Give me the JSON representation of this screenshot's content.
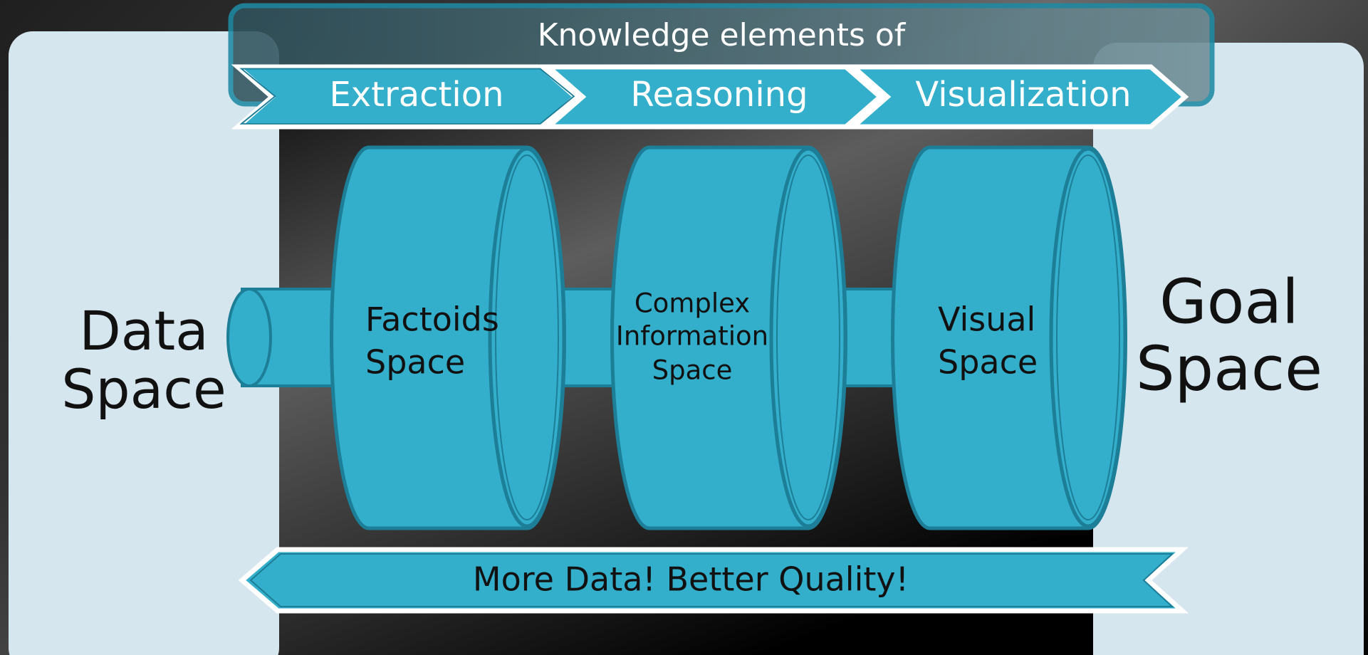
{
  "diagram": {
    "header": "Knowledge elements of",
    "stages": [
      "Extraction",
      "Reasoning",
      "Visualization"
    ],
    "left_panel": [
      "Data",
      "Space"
    ],
    "right_panel": [
      "Goal",
      "Space"
    ],
    "cylinders": [
      {
        "lines": [
          "Factoids",
          "Space"
        ]
      },
      {
        "lines": [
          "Complex",
          "Information",
          "Space"
        ]
      },
      {
        "lines": [
          "Visual",
          "Space"
        ]
      }
    ],
    "feedback": "More Data! Better Quality!"
  },
  "colors": {
    "teal": "#33aecb",
    "teal_dark": "#1d7e98",
    "panel": "#d6e6ee",
    "text_dark": "#111111",
    "text_light": "#ffffff"
  }
}
